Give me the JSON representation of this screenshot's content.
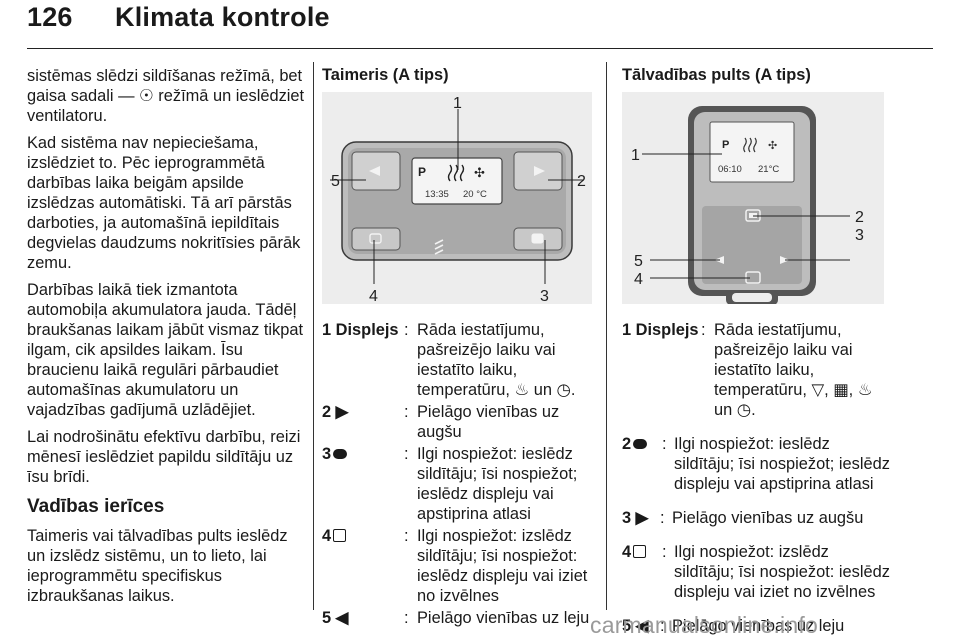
{
  "header": {
    "page_number": "126",
    "title": "Klimata kontrole"
  },
  "column1": {
    "paragraphs": [
      "sistēmas slēdzi sildīšanas režīmā, bet gaisa sadali — ☉ režīmā un ieslēdziet ventilatoru.",
      "Kad sistēma nav nepieciešama, izslēdziet to. Pēc ieprogrammētā darbības laika beigām apsilde izslēdzas automātiski. Tā arī pārstās darboties, ja automašīnā iepildītais degvielas daudzums nokritīsies pārāk zemu.",
      "Darbības laikā tiek izmantota automobiļa akumulatora jauda. Tādēļ braukšanas laikam jābūt vismaz tikpat ilgam, cik apsildes laikam. Īsu braucienu laikā regulāri pārbaudiet automašīnas akumulatoru un vajadzības gadījumā uzlādējiet.",
      "Lai nodrošinātu efektīvu darbību, reizi mēnesī ieslēdziet papildu sildītāju uz īsu brīdi."
    ],
    "heading": "Vadības ierīces",
    "paragraph_after": "Taimeris vai tālvadības pults ieslēdz un izslēdz sistēmu, un to lieto, lai ieprogrammētu specifiskus izbraukšanas laikus."
  },
  "column2": {
    "title": "Taimeris (A tips)",
    "figure": {
      "callouts": [
        "1",
        "2",
        "3",
        "4",
        "5"
      ],
      "display_symbol": "P",
      "display_time": "13:35",
      "display_temp": "20 °C"
    },
    "legend": [
      {
        "key": "1 Displejs",
        "text": "Rāda iestatījumu, pašreizējo laiku vai iestatīto laiku, temperatūru, ♨ un ◷."
      },
      {
        "key": "2 ▶",
        "text": "Pielāgo vienības uz augšu"
      },
      {
        "key": "3",
        "text": "Ilgi nospiežot: ieslēdz sildītāju; īsi nospiežot; ieslēdz displeju vai apstiprina atlasi"
      },
      {
        "key": "4",
        "text": "Ilgi nospiežot: izslēdz sildītāju; īsi nospiežot: ieslēdz displeju vai iziet no izvēlnes"
      },
      {
        "key": "5 ◀",
        "text": "Pielāgo vienības uz leju"
      }
    ]
  },
  "column3": {
    "title": "Tālvadības pults (A tips)",
    "figure": {
      "callouts": [
        "1",
        "2",
        "3",
        "4",
        "5"
      ],
      "display_symbol": "P",
      "display_time": "06:10",
      "display_temp": "21°C"
    },
    "legend": [
      {
        "key": "1 Displejs",
        "text": "Rāda iestatījumu, pašreizējo laiku vai iestatīto laiku, temperatūru, ▽, ▦, ♨ un ◷."
      },
      {
        "key": "2",
        "text": "Ilgi nospiežot: ieslēdz sildītāju; īsi nospiežot; ieslēdz displeju vai apstiprina atlasi"
      },
      {
        "key": "3 ▶",
        "text": "Pielāgo vienības uz augšu"
      },
      {
        "key": "4",
        "text": "Ilgi nospiežot: izslēdz sildītāju; īsi nospiežot: ieslēdz displeju vai iziet no izvēlnes"
      },
      {
        "key": "5 ◀",
        "text": "Pielāgo vienības uz leju"
      }
    ]
  },
  "watermark": "carmanualsonline.info"
}
